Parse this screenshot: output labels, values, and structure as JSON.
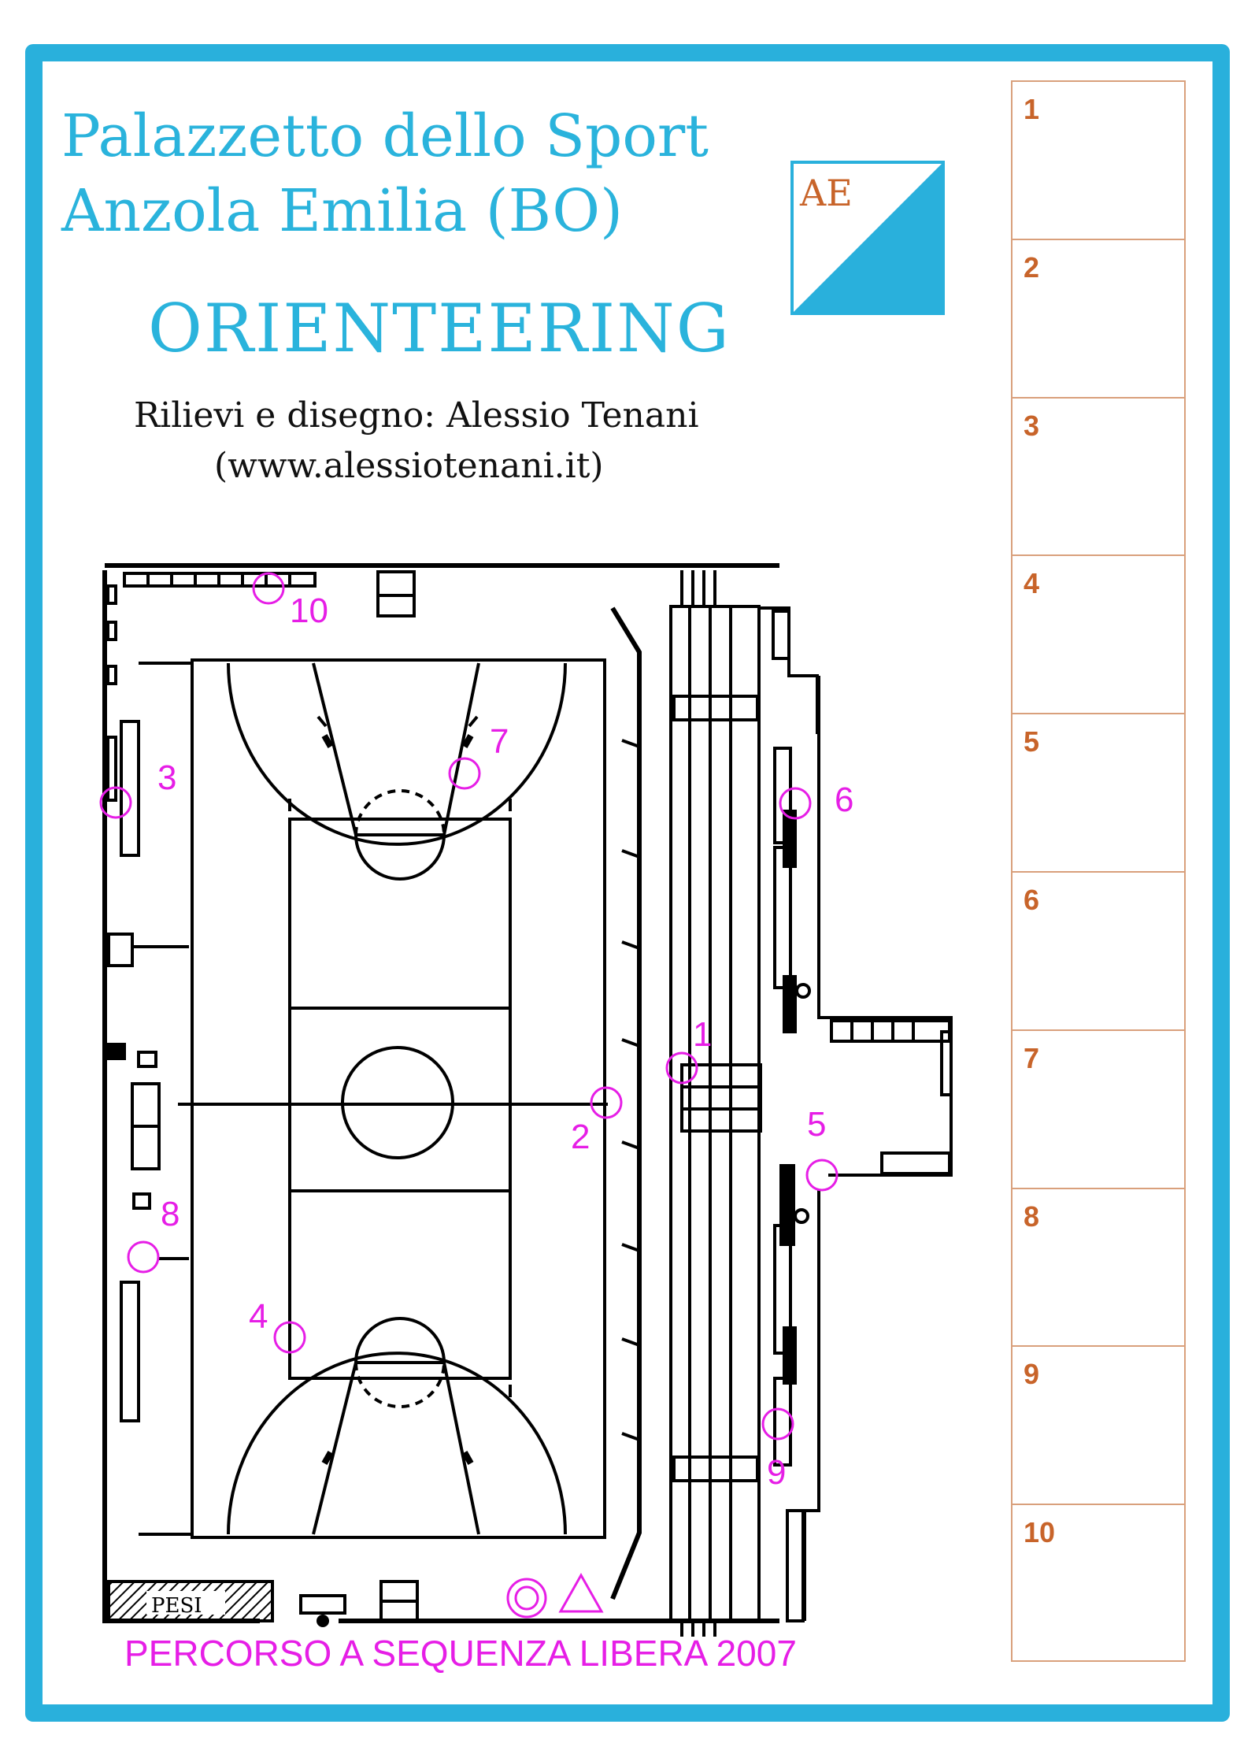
{
  "header": {
    "title_line1": "Palazzetto dello Sport",
    "title_line2": "Anzola Emilia (BO)",
    "sport": "ORIENTEERING",
    "credit_line1": "Rilievi e disegno: Alessio Tenani",
    "credit_line2": "(www.alessiotenani.it)"
  },
  "logo": {
    "text": "AE",
    "color": "#29b0dc",
    "text_color": "#c8642a"
  },
  "footer": {
    "course": "PERCORSO A SEQUENZA LIBERA  2007"
  },
  "map": {
    "room_label": "PESI",
    "controls": [
      "1",
      "2",
      "3",
      "4",
      "5",
      "6",
      "7",
      "8",
      "9",
      "10"
    ],
    "start_icon": "start-triangle",
    "finish_icon": "finish-double-circle",
    "control_color": "#e61ee6"
  },
  "legend": {
    "rows": [
      "1",
      "2",
      "3",
      "4",
      "5",
      "6",
      "7",
      "8",
      "9",
      "10"
    ],
    "color": "#c8642a"
  },
  "frame_color": "#29b0dc"
}
